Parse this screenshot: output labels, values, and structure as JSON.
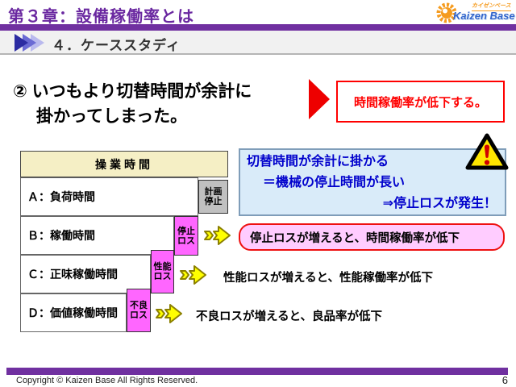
{
  "colors": {
    "accent_purple": "#7030A0",
    "loss_magenta": "#FF66FF",
    "planned_stop_gray": "#C0C0C0",
    "callout_pink_bg": "#FFCCFF",
    "note_blue_bg": "#D9EBF9",
    "note_blue_text": "#0000CC",
    "alert_red": "#FF0000",
    "table_header_bg": "#F5EFC5",
    "arrow_yellow": "#FFFF00"
  },
  "header": {
    "title": "第３章：設備稼働率とは",
    "logo": {
      "tagline": "カイゼンベース",
      "name": "Kaizen Base"
    }
  },
  "subheader": {
    "label": "４．ケーススタディ"
  },
  "statement": {
    "line1": "② いつもより切替時間が余計に",
    "line2": "掛かってしまった。"
  },
  "result_box": {
    "text": "時間稼働率が低下する。"
  },
  "note_box": {
    "line1": "切替時間が余計に掛かる",
    "line2": "＝機械の停止時間が長い",
    "line3": "⇒停止ロスが発生！"
  },
  "table": {
    "header": "操業時間",
    "rows": [
      {
        "label": "Ａ：負荷時間",
        "loss": "計画\n停止"
      },
      {
        "label": "Ｂ：稼働時間",
        "loss": "停止\nロス"
      },
      {
        "label": "Ｃ：正味稼働時間",
        "loss": "性能\nロス"
      },
      {
        "label": "Ｄ：価値稼働時間",
        "loss": "不良\nロス"
      }
    ]
  },
  "callouts": [
    {
      "text": "停止ロスが増えると、時間稼働率が低下"
    },
    {
      "text": "性能ロスが増えると、性能稼働率が低下"
    },
    {
      "text": "不良ロスが増えると、良品率が低下"
    }
  ],
  "footer": {
    "copyright": "Copyright ©  Kaizen Base  All Rights Reserved.",
    "page": "6"
  }
}
